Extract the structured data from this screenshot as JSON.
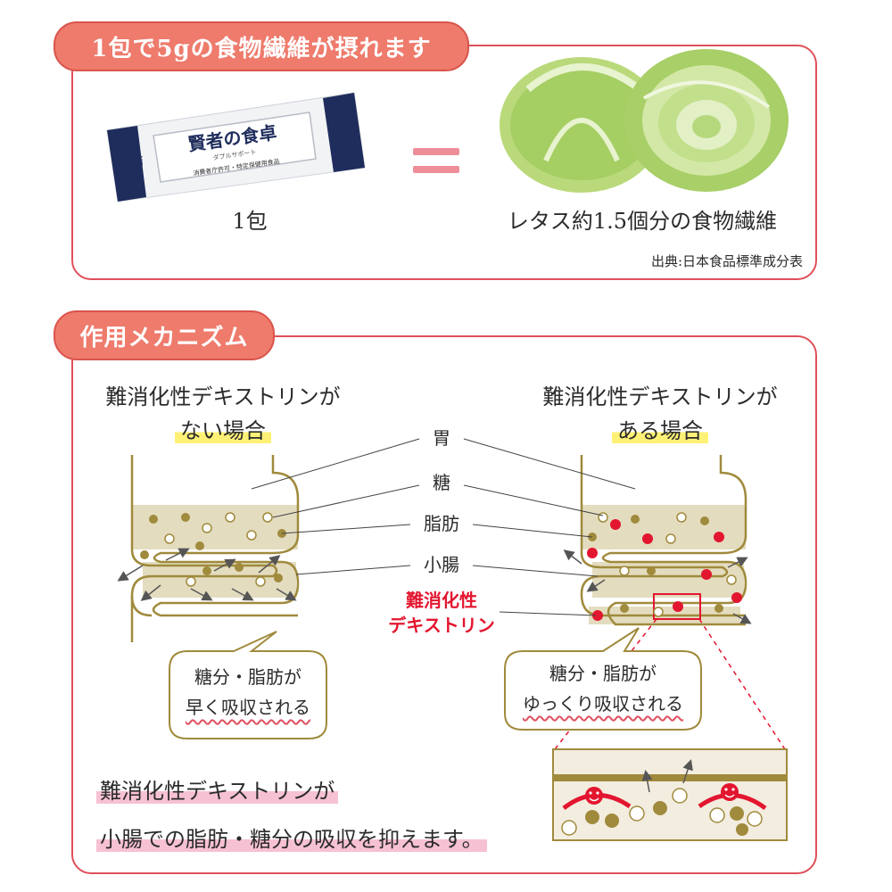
{
  "section1": {
    "tab_title": "1包で5gの食物繊維が摂れます",
    "product": {
      "brand": "賢者の食卓",
      "sub": "ダブルサポート",
      "note": "消費者庁許可・特定保健用食品",
      "open": "OPEN",
      "caption": "1包"
    },
    "equals": "=",
    "lettuce_caption": "レタス約1.5個分の食物繊維",
    "source": "出典:日本食品標準成分表"
  },
  "section2": {
    "tab_title": "作用メカニズム",
    "left": {
      "title_line1": "難消化性デキストリンが",
      "title_line2": "ない場合",
      "bubble_line1": "糖分・脂肪が",
      "bubble_line2": "早く吸収される"
    },
    "right": {
      "title_line1": "難消化性デキストリンが",
      "title_line2": "ある場合",
      "bubble_line1": "糖分・脂肪が",
      "bubble_line2": "ゆっくり吸収される"
    },
    "labels": {
      "stomach": "胃",
      "sugar": "糖",
      "fat": "脂肪",
      "small_intestine": "小腸",
      "dextrin_line1": "難消化性",
      "dextrin_line2": "デキストリン"
    },
    "conclusion_line1": "難消化性デキストリンが",
    "conclusion_line2": "小腸での脂肪・糖分の吸収を抑えます。"
  },
  "colors": {
    "accent_red": "#e0505a",
    "tab_fill": "#ee7b6c",
    "gold": "#a08a3c",
    "dextrin_red": "#e3162f",
    "highlight_yellow": "#fff176",
    "highlight_pink": "#f7c1d4"
  }
}
